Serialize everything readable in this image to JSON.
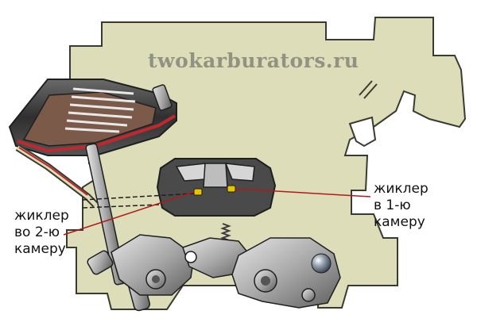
{
  "watermark": "twokarburators.ru",
  "labels": {
    "jet_chamber_2": [
      "жиклер",
      "во 2-ю",
      "камеру"
    ],
    "jet_chamber_1": [
      "жиклер",
      "в 1-ю",
      "камеру"
    ]
  },
  "colors": {
    "body": "#ddddba",
    "body_stroke": "#3a3a30",
    "metal_dark": "#3d3d3d",
    "metal_light": "#c9c9c9",
    "diaphragm_red": "#c0282d",
    "leader_line": "#b11a1a",
    "jet_yellow": "#e8c400"
  }
}
